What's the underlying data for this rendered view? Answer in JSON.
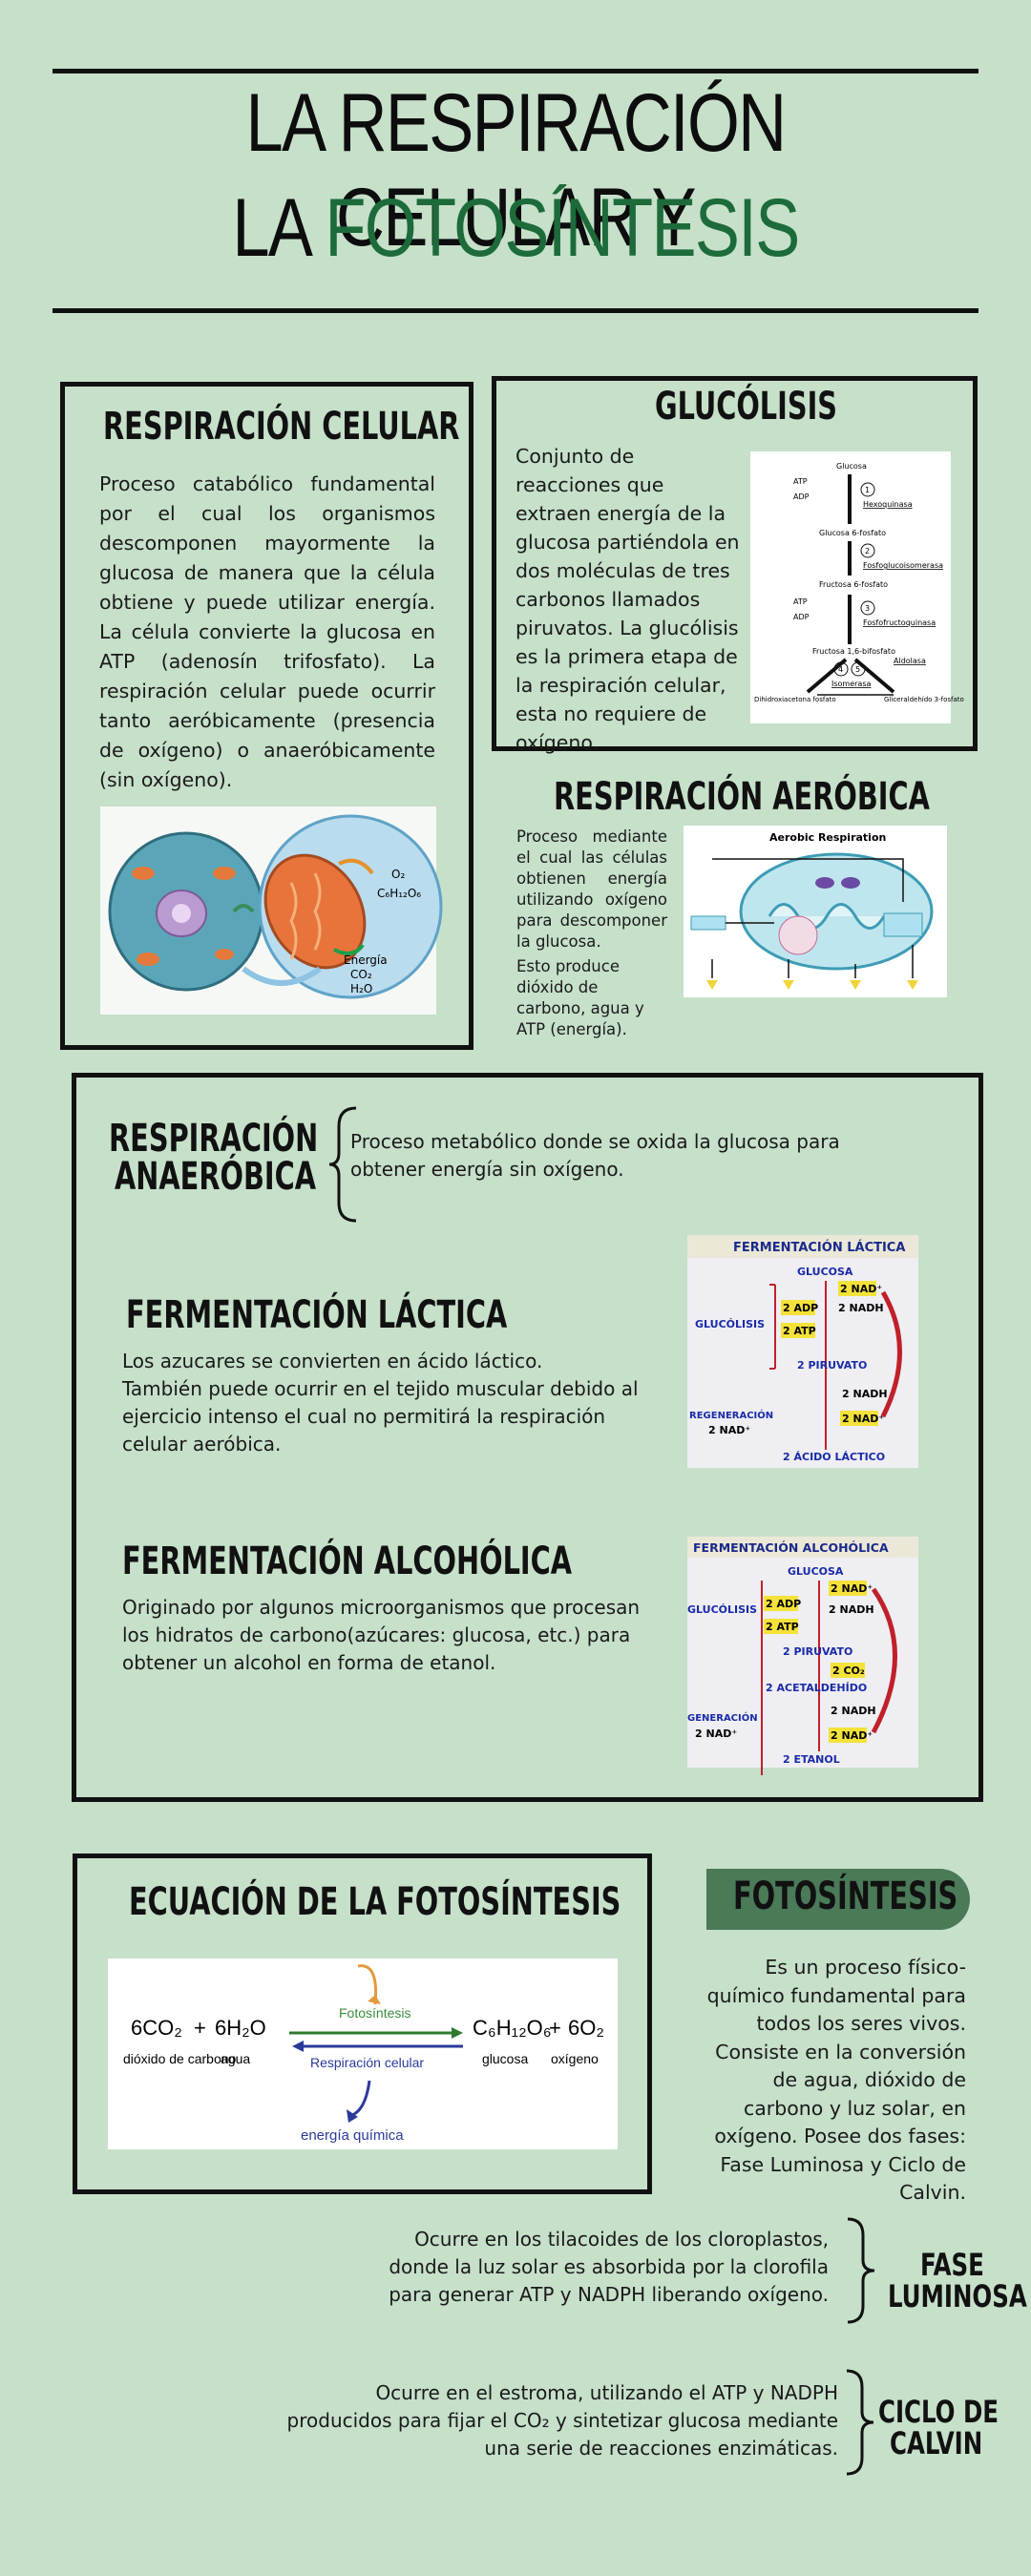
{
  "title": {
    "line1": "LA RESPIRACIÓN CELULAR Y",
    "line2_dark": "LA",
    "line2_green": "FOTOSÍNTESIS"
  },
  "respiracion_celular": {
    "heading": "RESPIRACIÓN CELULAR",
    "body": "Proceso catabólico fundamental por el cual los organismos descomponen mayormente la glucosa de manera que la célula obtiene y puede utilizar energía. La célula convierte la glucosa en ATP (adenosín trifosfato). La respiración celular puede ocurrir tanto aeróbicamente (presencia de oxígeno) o anaeróbicamente (sin oxígeno).",
    "image_labels": {
      "o2": "O₂",
      "glucose": "C₆H₁₂O₆",
      "energy": "Energía",
      "co2": "CO₂",
      "h2o": "H₂O"
    }
  },
  "glucolisis": {
    "heading": "GLUCÓLISIS",
    "body": "Conjunto de reacciones que extraen energía de la glucosa partiéndola en dos moléculas de tres carbonos llamados piruvatos. La glucólisis es la primera etapa de la respiración celular, esta no requiere de oxígeno.",
    "diagram": {
      "glucosa": "Glucosa",
      "atp": "ATP",
      "adp": "ADP",
      "hexoquinasa": "Hexoquinasa",
      "g6p": "Glucosa 6-fosfato",
      "fosfoglucoisomerasa": "Fosfoglucoisomerasa",
      "f6p": "Fructosa 6-fosfato",
      "fosfofructoquinasa": "Fosfofructoquinasa",
      "f16bp": "Fructosa 1,6-bifosfato",
      "aldolasa": "Aldolasa",
      "isomerasa": "Isomerasa",
      "dhap": "Dihidroxiacetona fosfato",
      "g3p": "Gliceraldehído 3-fosfato",
      "step1": "1",
      "step2": "2",
      "step3": "3",
      "step4": "4",
      "step5": "5"
    }
  },
  "respiracion_aerobica": {
    "heading": "RESPIRACIÓN AERÓBICA",
    "body1": "Proceso mediante el cual las células obtienen energía utilizando oxígeno para descomponer la glucosa.",
    "body2": "Esto produce dióxido de carbono, agua y ATP (energía).",
    "diagram_title": "Aerobic Respiration"
  },
  "anaerobica": {
    "heading_line1": "RESPIRACIÓN",
    "heading_line2": "ANAERÓBICA",
    "body": "Proceso metabólico donde se oxida la glucosa para obtener energía sin oxígeno."
  },
  "lactica": {
    "heading": "FERMENTACIÓN LÁCTICA",
    "body": "Los azucares se convierten en ácido láctico.\nTambién puede ocurrir en el tejido muscular debido al ejercicio intenso el cual no permitirá la respiración celular aeróbica.",
    "diagram": {
      "title": "FERMENTACIÓN LÁCTICA",
      "glucosa": "GLUCOSA",
      "glucolisis": "GLUCÓLISIS",
      "adp": "2 ADP",
      "atp": "2 ATP",
      "nad1": "2 NAD⁺",
      "nadh1": "2 NADH",
      "piruvato": "2 PIRUVATO",
      "nadh2": "2 NADH",
      "nad2": "2 NAD⁺",
      "regeneracion": "REGENERACIÓN",
      "nad3": "2 NAD⁺",
      "acido": "2 ÁCIDO LÁCTICO"
    }
  },
  "alcoholica": {
    "heading": "FERMENTACIÓN ALCOHÓLICA",
    "body": "Originado por algunos microorganismos que procesan los hidratos de carbono(azúcares: glucosa, etc.) para obtener un alcohol en forma de etanol.",
    "diagram": {
      "title": "FERMENTACIÓN ALCOHÓLICA",
      "glucosa": "GLUCOSA",
      "glucolisis": "GLUCÓLISIS",
      "adp": "2 ADP",
      "atp": "2 ATP",
      "nad1": "2 NAD⁺",
      "nadh1": "2 NADH",
      "piruvato": "2 PIRUVATO",
      "co2": "2 CO₂",
      "acetaldehido": "2 ACETALDEHÍDO",
      "nadh2": "2 NADH",
      "nad2": "2 NAD⁺",
      "generacion": "GENERACIÓN",
      "nad3": "2 NAD⁺",
      "etanol": "2 ETANOL"
    }
  },
  "ecuacion": {
    "heading": "ECUACIÓN DE LA FOTOSÍNTESIS",
    "co2": "6CO₂",
    "plus1": "+",
    "h2o": "6H₂O",
    "glucose": "C₆H₁₂O₆",
    "plus2": "+",
    "o2": "6O₂",
    "label_co2": "dióxido de carbono",
    "label_h2o": "agua",
    "label_glucose": "glucosa",
    "label_o2": "oxígeno",
    "fotosintesis": "Fotosíntesis",
    "respiracion": "Respiración celular",
    "energia": "energía química"
  },
  "fotosintesis": {
    "heading": "FOTOSÍNTESIS",
    "body": "Es un proceso físico-químico fundamental para todos los seres vivos. Consiste en la conversión de agua, dióxido de carbono y luz solar, en oxígeno. Posee dos fases: Fase Luminosa y Ciclo de Calvin."
  },
  "fase_luminosa": {
    "heading_line1": "FASE",
    "heading_line2": "LUMINOSA",
    "body": "Ocurre en los tilacoides de los cloroplastos, donde la luz solar es absorbida por la clorofila para generar ATP y NADPH liberando oxígeno."
  },
  "ciclo_calvin": {
    "heading_line1": "CICLO DE",
    "heading_line2": "CALVIN",
    "body": "Ocurre en el estroma, utilizando el ATP y NADPH producidos para fijar el CO₂ y sintetizar glucosa mediante una serie de reacciones enzimáticas."
  },
  "colors": {
    "background": "#c6e0ca",
    "title_green": "#1d6b3b",
    "pill": "#4a7a57",
    "border": "#111111"
  }
}
